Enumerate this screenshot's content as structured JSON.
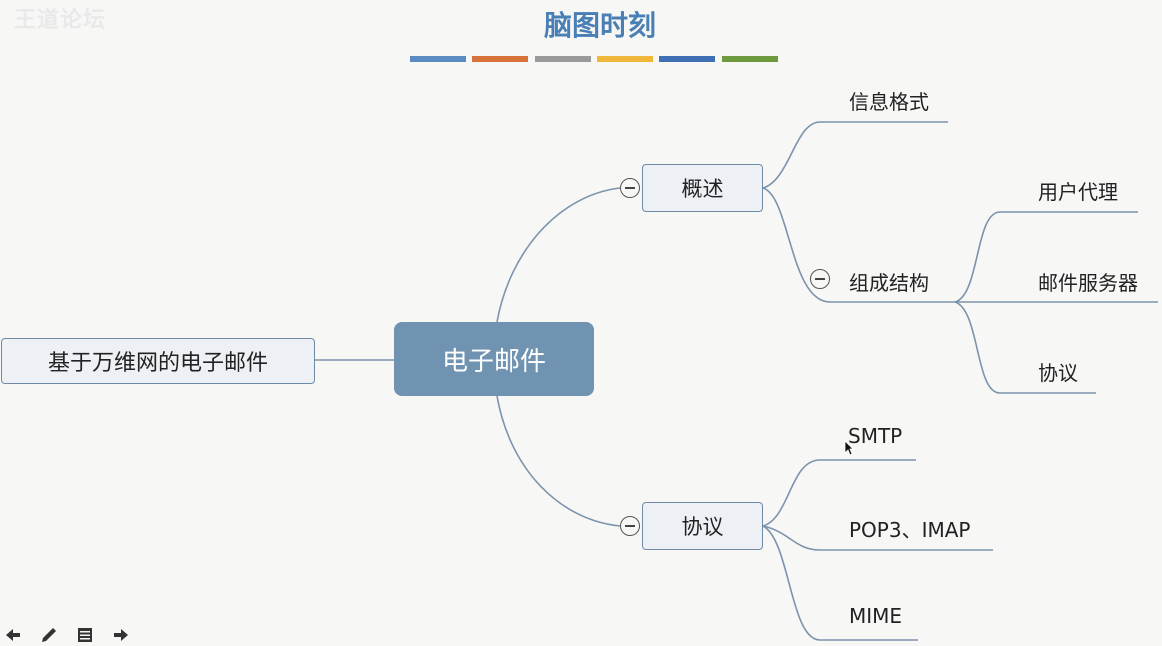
{
  "header": {
    "watermark": "王道论坛",
    "title": "脑图时刻",
    "color_bars": [
      "#5a8dc4",
      "#d8733a",
      "#9a9a9a",
      "#f0b73a",
      "#3f6fb5",
      "#6c9a3c"
    ]
  },
  "mindmap": {
    "central": "电子邮件",
    "left": "基于万维网的电子邮件",
    "branches": [
      {
        "label": "概述",
        "children": [
          {
            "label": "信息格式"
          },
          {
            "label": "组成结构",
            "children": [
              {
                "label": "用户代理"
              },
              {
                "label": "邮件服务器"
              },
              {
                "label": "协议"
              }
            ]
          }
        ]
      },
      {
        "label": "协议",
        "children": [
          {
            "label": "SMTP"
          },
          {
            "label": "POP3、IMAP"
          },
          {
            "label": "MIME"
          }
        ]
      }
    ],
    "colors": {
      "central_fill": "#6f93b0",
      "box_fill": "#edf0f4",
      "box_border": "#6f8aa5",
      "line": "#7b93ab"
    }
  },
  "toolbar": {
    "icons": [
      "arrow-left-icon",
      "pencil-icon",
      "notes-icon",
      "arrow-right-icon"
    ]
  }
}
